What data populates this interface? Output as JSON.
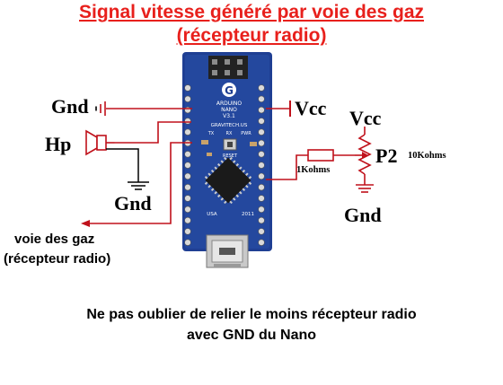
{
  "title": {
    "line1": "Signal vitesse généré par voie des gaz",
    "line2": "(récepteur radio)"
  },
  "labels": {
    "gnd_left": "Gnd",
    "hp": "Hp",
    "gnd_speaker": "Gnd",
    "vcc_mid": "Vcc",
    "vcc_pot": "Vcc",
    "p2": "P2",
    "pot_value": "10Kohms",
    "resistor_value": "1Kohms",
    "gnd_pot": "Gnd",
    "throttle_line1": "voie des gaz",
    "throttle_line2": "(récepteur radio)"
  },
  "board": {
    "name_line1": "ARDUINO",
    "name_line2": "NANO",
    "version": "V3.1",
    "maker": "GRAVITECH.US",
    "reset": "RESET",
    "made_in": "USA",
    "year": "2011",
    "leds": [
      "TX",
      "RX",
      "PWR"
    ]
  },
  "note": {
    "line1": "Ne pas oublier de relier le moins récepteur radio",
    "line2": "avec GND du Nano"
  },
  "colors": {
    "title": "#e8201c",
    "wire": "#c0111b",
    "board": "#1f3f93",
    "board_dark": "#152d70",
    "chip": "#1a1a1a",
    "pin": "#d9d9d9"
  }
}
